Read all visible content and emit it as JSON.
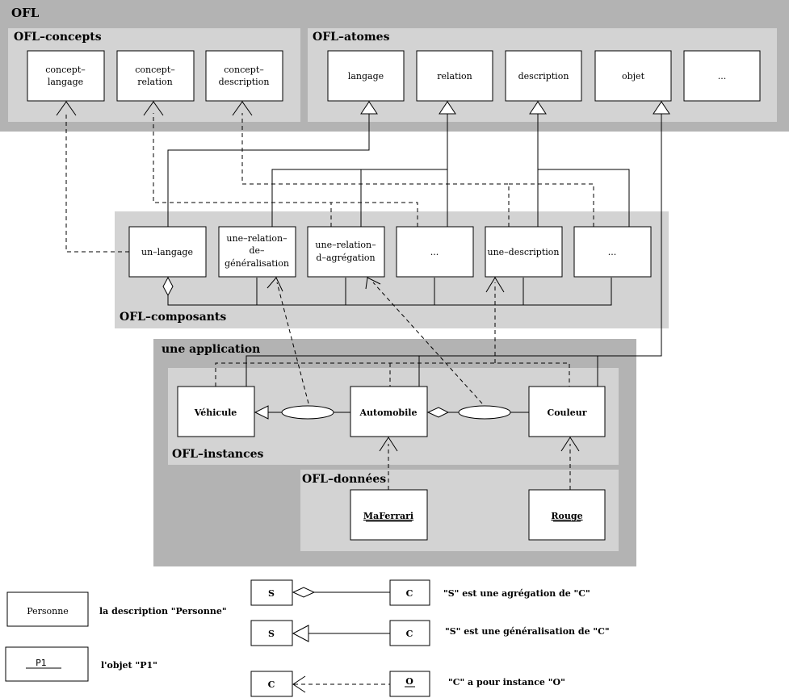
{
  "regions": {
    "ofl": "OFL",
    "concepts": "OFL–concepts",
    "atomes": "OFL–atomes",
    "composants": "OFL–composants",
    "application": "une application",
    "instances": "OFL–instances",
    "donnees": "OFL–données"
  },
  "concepts": {
    "langage": [
      "concept–",
      "langage"
    ],
    "relation": [
      "concept–",
      "relation"
    ],
    "description": [
      "concept–",
      "description"
    ]
  },
  "atomes": {
    "langage": "langage",
    "relation": "relation",
    "description": "description",
    "objet": "objet",
    "etc": "..."
  },
  "composants": {
    "un_langage": "un–langage",
    "relation_generalisation": [
      "une–relation–",
      "de–",
      "généralisation"
    ],
    "relation_agregation": [
      "une–relation–",
      "d–agrégation"
    ],
    "etc1": "...",
    "une_description": "une–description",
    "etc2": "..."
  },
  "instances": {
    "vehicule": "Véhicule",
    "automobile": "Automobile",
    "couleur": "Couleur"
  },
  "donnees": {
    "maferrari": "MaFerrari",
    "rouge": "Rouge"
  },
  "legend": {
    "personne_box": "Personne",
    "personne_text": "la description \"Personne\"",
    "p1_box": "P1",
    "p1_text": "l'objet \"P1\"",
    "agg_s": "S",
    "agg_c": "C",
    "agg_text": "\"S\" est une agrégation de \"C\"",
    "gen_s": "S",
    "gen_c": "C",
    "gen_text": "\"S\" est une généralisation de \"C\"",
    "inst_c": "C",
    "inst_o": "O",
    "inst_text": "\"C\" a pour instance \"O\""
  },
  "colors": {
    "outer_gray": "#b3b3b3",
    "inner_gray": "#d3d3d3",
    "application_gray": "#b3b3b3"
  }
}
